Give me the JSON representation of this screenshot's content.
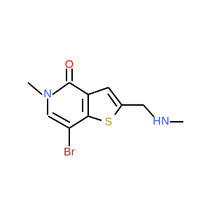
{
  "molecule": {
    "atoms": {
      "oxygen": {
        "label": "O",
        "color": "#ff0d0d"
      },
      "ring_nitrogen": {
        "label": "N",
        "color": "#3050f8"
      },
      "sulfur": {
        "label": "S",
        "color": "#b2a000"
      },
      "bromine": {
        "label": "Br",
        "color": "#a62929"
      },
      "amine_nitrogen": {
        "label": "N",
        "color": "#3050f8"
      },
      "amine_hydrogen": {
        "label": "H",
        "color": "#3050f8"
      }
    },
    "bond_color": "#000000"
  }
}
